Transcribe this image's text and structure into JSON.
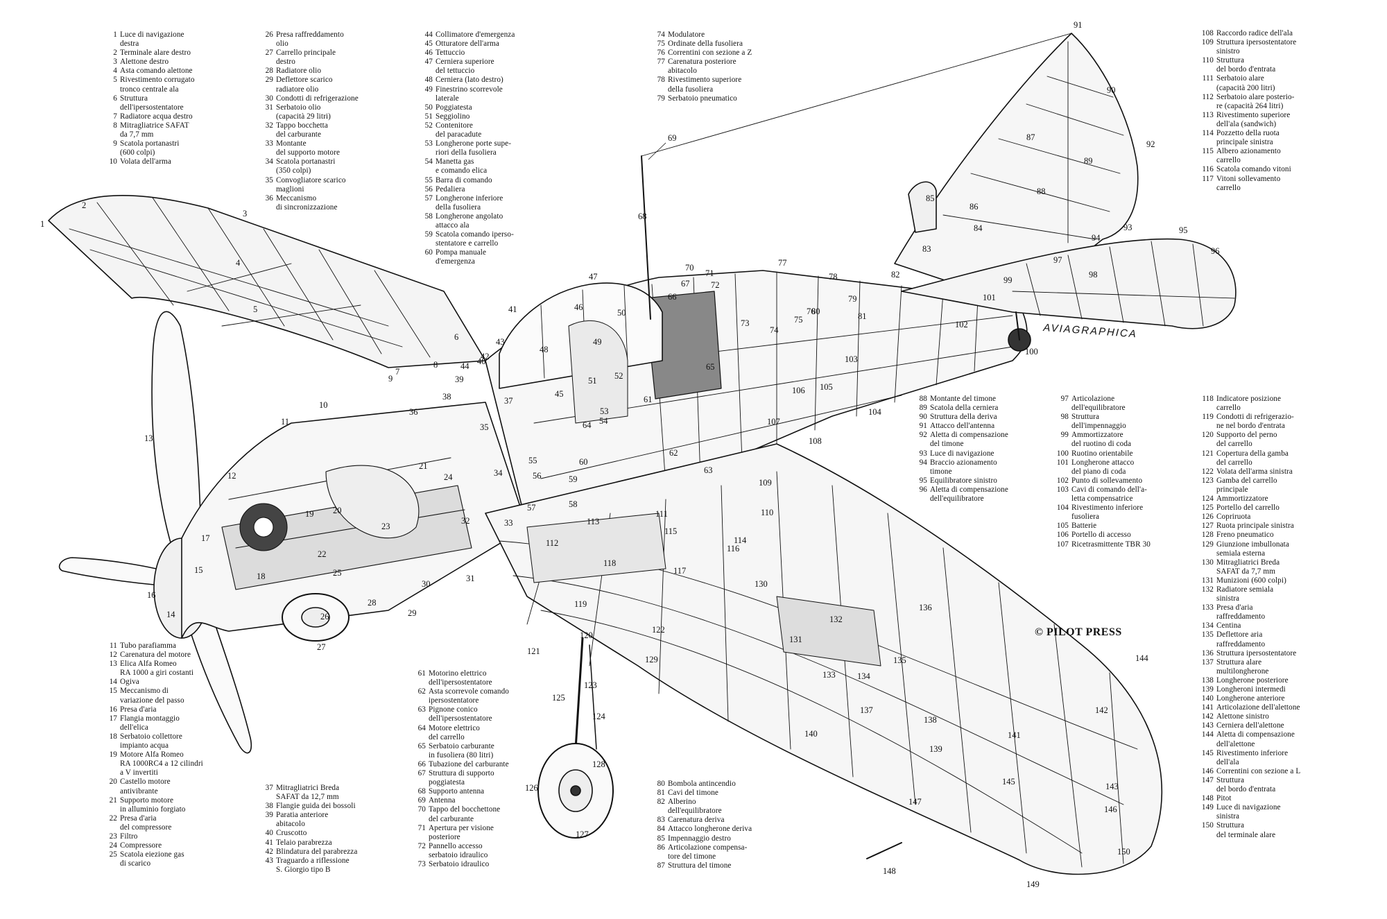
{
  "credits": {
    "copyright": "© PILOT PRESS",
    "studio": "AVIAGRAPHICA"
  },
  "legends": [
    {
      "column": "col-1",
      "items": [
        {
          "n": "1",
          "t": "Luce di navigazione\ndestra"
        },
        {
          "n": "2",
          "t": "Terminale alare destro"
        },
        {
          "n": "3",
          "t": "Alettone destro"
        },
        {
          "n": "4",
          "t": "Asta comando alettone"
        },
        {
          "n": "5",
          "t": "Rivestimento corrugato\ntronco centrale ala"
        },
        {
          "n": "6",
          "t": "Struttura\ndell'ipersostentatore"
        },
        {
          "n": "7",
          "t": "Radiatore acqua destro"
        },
        {
          "n": "8",
          "t": "Mitragliatrice SAFAT\nda 7,7 mm"
        },
        {
          "n": "9",
          "t": "Scatola portanastri\n(600 colpi)"
        },
        {
          "n": "10",
          "t": "Volata dell'arma"
        }
      ]
    },
    {
      "column": "col-2",
      "items": [
        {
          "n": "26",
          "t": "Presa raffreddamento\nolio"
        },
        {
          "n": "27",
          "t": "Carrello principale\ndestro"
        },
        {
          "n": "28",
          "t": "Radiatore olio"
        },
        {
          "n": "29",
          "t": "Deflettore scarico\nradiatore olio"
        },
        {
          "n": "30",
          "t": "Condotti di refrigerazione"
        },
        {
          "n": "31",
          "t": "Serbatoio olio\n(capacità 29 litri)"
        },
        {
          "n": "32",
          "t": "Tappo bocchetta\ndel carburante"
        },
        {
          "n": "33",
          "t": "Montante\ndel supporto motore"
        },
        {
          "n": "34",
          "t": "Scatola portanastri\n(350 colpi)"
        },
        {
          "n": "35",
          "t": "Convogliatore scarico\nmaglioni"
        },
        {
          "n": "36",
          "t": "Meccanismo\ndi sincronizzazione"
        }
      ]
    },
    {
      "column": "col-3",
      "items": [
        {
          "n": "44",
          "t": "Collimatore d'emergenza"
        },
        {
          "n": "45",
          "t": "Otturatore dell'arma"
        },
        {
          "n": "46",
          "t": "Tettuccio"
        },
        {
          "n": "47",
          "t": "Cerniera superiore\ndel tettuccio"
        },
        {
          "n": "48",
          "t": "Cerniera (lato destro)"
        },
        {
          "n": "49",
          "t": "Finestrino scorrevole\nlaterale"
        },
        {
          "n": "50",
          "t": "Poggiatesta"
        },
        {
          "n": "51",
          "t": "Seggiolino"
        },
        {
          "n": "52",
          "t": "Contenitore\ndel paracadute"
        },
        {
          "n": "53",
          "t": "Longherone porte supe-\nriori della fusoliera"
        },
        {
          "n": "54",
          "t": "Manetta gas\ne comando elica"
        },
        {
          "n": "55",
          "t": "Barra di comando"
        },
        {
          "n": "56",
          "t": "Pedaliera"
        },
        {
          "n": "57",
          "t": "Longherone inferiore\ndella fusoliera"
        },
        {
          "n": "58",
          "t": "Longherone angolato\nattacco ala"
        },
        {
          "n": "59",
          "t": "Scatola comando iperso-\nstentatore e carrello"
        },
        {
          "n": "60",
          "t": "Pompa manuale\nd'emergenza"
        }
      ]
    },
    {
      "column": "col-4",
      "items": [
        {
          "n": "74",
          "t": "Modulatore"
        },
        {
          "n": "75",
          "t": "Ordinate della fusoliera"
        },
        {
          "n": "76",
          "t": "Correntini con sezione a Z"
        },
        {
          "n": "77",
          "t": "Carenatura posteriore\nabitacolo"
        },
        {
          "n": "78",
          "t": "Rivestimento superiore\ndella fusoliera"
        },
        {
          "n": "79",
          "t": "Serbatoio pneumatico"
        }
      ]
    },
    {
      "column": "col-5",
      "items": [
        {
          "n": "108",
          "t": "Raccordo radice dell'ala"
        },
        {
          "n": "109",
          "t": "Struttura ipersostentatore\nsinistro"
        },
        {
          "n": "110",
          "t": "Struttura\ndel bordo d'entrata"
        },
        {
          "n": "111",
          "t": "Serbatoio alare\n(capacità 200 litri)"
        },
        {
          "n": "112",
          "t": "Serbatoio alare posterio-\nre (capacità 264 litri)"
        },
        {
          "n": "113",
          "t": "Rivestimento superiore\ndell'ala (sandwich)"
        },
        {
          "n": "114",
          "t": "Pozzetto della ruota\nprincipale sinistra"
        },
        {
          "n": "115",
          "t": "Albero azionamento\ncarrello"
        },
        {
          "n": "116",
          "t": "Scatola comando vitoni"
        },
        {
          "n": "117",
          "t": "Vitoni sollevamento\ncarrello"
        }
      ]
    },
    {
      "column": "col-6",
      "items": [
        {
          "n": "88",
          "t": "Montante del timone"
        },
        {
          "n": "89",
          "t": "Scatola della cerniera"
        },
        {
          "n": "90",
          "t": "Struttura della deriva"
        },
        {
          "n": "91",
          "t": "Attacco dell'antenna"
        },
        {
          "n": "92",
          "t": "Aletta di compensazione\ndel timone"
        },
        {
          "n": "93",
          "t": "Luce di navigazione"
        },
        {
          "n": "94",
          "t": "Braccio azionamento\ntimone"
        },
        {
          "n": "95",
          "t": "Equilibratore sinistro"
        },
        {
          "n": "96",
          "t": "Aletta di compensazione\ndell'equilibratore"
        }
      ]
    },
    {
      "column": "col-7",
      "items": [
        {
          "n": "97",
          "t": "Articolazione\ndell'equilibratore"
        },
        {
          "n": "98",
          "t": "Struttura\ndell'impennaggio"
        },
        {
          "n": "99",
          "t": "Ammortizzatore\ndel ruotino di coda"
        },
        {
          "n": "100",
          "t": "Ruotino orientabile"
        },
        {
          "n": "101",
          "t": "Longherone attacco\ndel piano di coda"
        },
        {
          "n": "102",
          "t": "Punto di sollevamento"
        },
        {
          "n": "103",
          "t": "Cavi di comando dell'a-\nletta compensatrice"
        },
        {
          "n": "104",
          "t": "Rivestimento inferiore\nfusoliera"
        },
        {
          "n": "105",
          "t": "Batterie"
        },
        {
          "n": "106",
          "t": "Portello di accesso"
        },
        {
          "n": "107",
          "t": "Ricetrasmittente TBR 30"
        }
      ]
    },
    {
      "column": "col-8",
      "items": [
        {
          "n": "118",
          "t": "Indicatore posizione\ncarrello"
        },
        {
          "n": "119",
          "t": "Condotti di refrigerazio-\nne nel bordo d'entrata"
        },
        {
          "n": "120",
          "t": "Supporto del perno\ndel carrello"
        },
        {
          "n": "121",
          "t": "Copertura della gamba\ndel carrello"
        },
        {
          "n": "122",
          "t": "Volata dell'arma sinistra"
        },
        {
          "n": "123",
          "t": "Gamba del carrello\nprincipale"
        },
        {
          "n": "124",
          "t": "Ammortizzatore"
        },
        {
          "n": "125",
          "t": "Portello del carrello"
        },
        {
          "n": "126",
          "t": "Copriruota"
        },
        {
          "n": "127",
          "t": "Ruota principale sinistra"
        },
        {
          "n": "128",
          "t": "Freno pneumatico"
        },
        {
          "n": "129",
          "t": "Giunzione imbullonata\nsemiala esterna"
        },
        {
          "n": "130",
          "t": "Mitragliatrici Breda\nSAFAT da 7,7 mm"
        },
        {
          "n": "131",
          "t": "Munizioni (600 colpi)"
        },
        {
          "n": "132",
          "t": "Radiatore semiala\nsinistra"
        },
        {
          "n": "133",
          "t": "Presa d'aria\nraffreddamento"
        },
        {
          "n": "134",
          "t": "Centina"
        },
        {
          "n": "135",
          "t": "Deflettore aria\nraffreddamento"
        },
        {
          "n": "136",
          "t": "Struttura ipersostentatore"
        },
        {
          "n": "137",
          "t": "Struttura alare\nmultilongherone"
        },
        {
          "n": "138",
          "t": "Longherone posteriore"
        },
        {
          "n": "139",
          "t": "Longheroni intermedi"
        },
        {
          "n": "140",
          "t": "Longherone anteriore"
        },
        {
          "n": "141",
          "t": "Articolazione dell'alettone"
        },
        {
          "n": "142",
          "t": "Alettone sinistro"
        },
        {
          "n": "143",
          "t": "Cerniera dell'alettone"
        },
        {
          "n": "144",
          "t": "Aletta di compensazione\ndell'alettone"
        },
        {
          "n": "145",
          "t": "Rivestimento inferiore\ndell'ala"
        },
        {
          "n": "146",
          "t": "Correntini con sezione a L"
        },
        {
          "n": "147",
          "t": "Struttura\ndel bordo d'entrata"
        },
        {
          "n": "148",
          "t": "Pitot"
        },
        {
          "n": "149",
          "t": "Luce di navigazione\nsinistra"
        },
        {
          "n": "150",
          "t": "Struttura\ndel terminale alare"
        }
      ]
    },
    {
      "column": "col-9",
      "items": [
        {
          "n": "11",
          "t": "Tubo parafiamma"
        },
        {
          "n": "12",
          "t": "Carenatura del motore"
        },
        {
          "n": "13",
          "t": "Elica Alfa Romeo\nRA 1000 a giri costanti"
        },
        {
          "n": "14",
          "t": "Ogiva"
        },
        {
          "n": "15",
          "t": "Meccanismo di\nvariazione del passo"
        },
        {
          "n": "16",
          "t": "Presa d'aria"
        },
        {
          "n": "17",
          "t": "Flangia montaggio\ndell'elica"
        },
        {
          "n": "18",
          "t": "Serbatoio collettore\nimpianto acqua"
        },
        {
          "n": "19",
          "t": "Motore Alfa Romeo\nRA 1000RC4 a 12 cilindri\na V invertiti"
        },
        {
          "n": "20",
          "t": "Castello motore\nantivibrante"
        },
        {
          "n": "21",
          "t": "Supporto motore\nin alluminio forgiato"
        },
        {
          "n": "22",
          "t": "Presa d'aria\ndel compressore"
        },
        {
          "n": "23",
          "t": "Filtro"
        },
        {
          "n": "24",
          "t": "Compressore"
        },
        {
          "n": "25",
          "t": "Scatola eiezione gas\ndi scarico"
        }
      ]
    },
    {
      "column": "col-10",
      "items": [
        {
          "n": "37",
          "t": "Mitragliatrici Breda\nSAFAT da 12,7 mm"
        },
        {
          "n": "38",
          "t": "Flangie guida dei bossoli"
        },
        {
          "n": "39",
          "t": "Paratia anteriore\nabitacolo"
        },
        {
          "n": "40",
          "t": "Cruscotto"
        },
        {
          "n": "41",
          "t": "Telaio parabrezza"
        },
        {
          "n": "42",
          "t": "Blindatura del parabrezza"
        },
        {
          "n": "43",
          "t": "Traguardo a riflessione\nS. Giorgio tipo B"
        }
      ]
    },
    {
      "column": "col-11",
      "items": [
        {
          "n": "61",
          "t": "Motorino elettrico\ndell'ipersostentatore"
        },
        {
          "n": "62",
          "t": "Asta scorrevole comando\nipersostentatore"
        },
        {
          "n": "63",
          "t": "Pignone conico\ndell'ipersostentatore"
        },
        {
          "n": "64",
          "t": "Motore elettrico\ndel carrello"
        },
        {
          "n": "65",
          "t": "Serbatoio carburante\nin fusoliera (80 litri)"
        },
        {
          "n": "66",
          "t": "Tubazione del carburante"
        },
        {
          "n": "67",
          "t": "Struttura di supporto\npoggiatesta"
        },
        {
          "n": "68",
          "t": "Supporto antenna"
        },
        {
          "n": "69",
          "t": "Antenna"
        },
        {
          "n": "70",
          "t": "Tappo del bocchettone\ndel carburante"
        },
        {
          "n": "71",
          "t": "Apertura per visione\nposteriore"
        },
        {
          "n": "72",
          "t": "Pannello accesso\nserbatoio idraulico"
        },
        {
          "n": "73",
          "t": "Serbatoio idraulico"
        }
      ]
    },
    {
      "column": "col-12",
      "items": [
        {
          "n": "80",
          "t": "Bombola antincendio"
        },
        {
          "n": "81",
          "t": "Cavi del timone"
        },
        {
          "n": "82",
          "t": "Alberino\ndell'equilibratore"
        },
        {
          "n": "83",
          "t": "Carenatura deriva"
        },
        {
          "n": "84",
          "t": "Attacco longherone deriva"
        },
        {
          "n": "85",
          "t": "Impennaggio destro"
        },
        {
          "n": "86",
          "t": "Articolazione compensa-\ntore del timone"
        },
        {
          "n": "87",
          "t": "Struttura del timone"
        }
      ]
    }
  ],
  "callouts": [
    "1",
    "2",
    "3",
    "4",
    "5",
    "6",
    "7",
    "8",
    "9",
    "10",
    "11",
    "12",
    "13",
    "14",
    "15",
    "16",
    "17",
    "18",
    "19",
    "20",
    "21",
    "22",
    "23",
    "24",
    "25",
    "26",
    "27",
    "28",
    "29",
    "30",
    "31",
    "32",
    "33",
    "34",
    "35",
    "36",
    "37",
    "38",
    "39",
    "40",
    "41",
    "42",
    "43",
    "44",
    "45",
    "46",
    "47",
    "48",
    "49",
    "50",
    "51",
    "52",
    "53",
    "54",
    "55",
    "56",
    "57",
    "58",
    "59",
    "60",
    "61",
    "62",
    "63",
    "64",
    "65",
    "66",
    "67",
    "68",
    "69",
    "70",
    "71",
    "72",
    "73",
    "74",
    "75",
    "76",
    "77",
    "78",
    "79",
    "80",
    "81",
    "82",
    "83",
    "84",
    "85",
    "86",
    "87",
    "88",
    "89",
    "90",
    "91",
    "92",
    "93",
    "94",
    "95",
    "96",
    "97",
    "98",
    "99",
    "100",
    "101",
    "102",
    "103",
    "104",
    "105",
    "106",
    "107",
    "108",
    "109",
    "110",
    "111",
    "112",
    "113",
    "114",
    "115",
    "116",
    "117",
    "118",
    "119",
    "120",
    "121",
    "122",
    "123",
    "124",
    "125",
    "126",
    "127",
    "128",
    "129",
    "130",
    "131",
    "132",
    "133",
    "134",
    "135",
    "136",
    "137",
    "138",
    "139",
    "140",
    "141",
    "142",
    "143",
    "144",
    "145",
    "146",
    "147",
    "148",
    "149",
    "150"
  ]
}
